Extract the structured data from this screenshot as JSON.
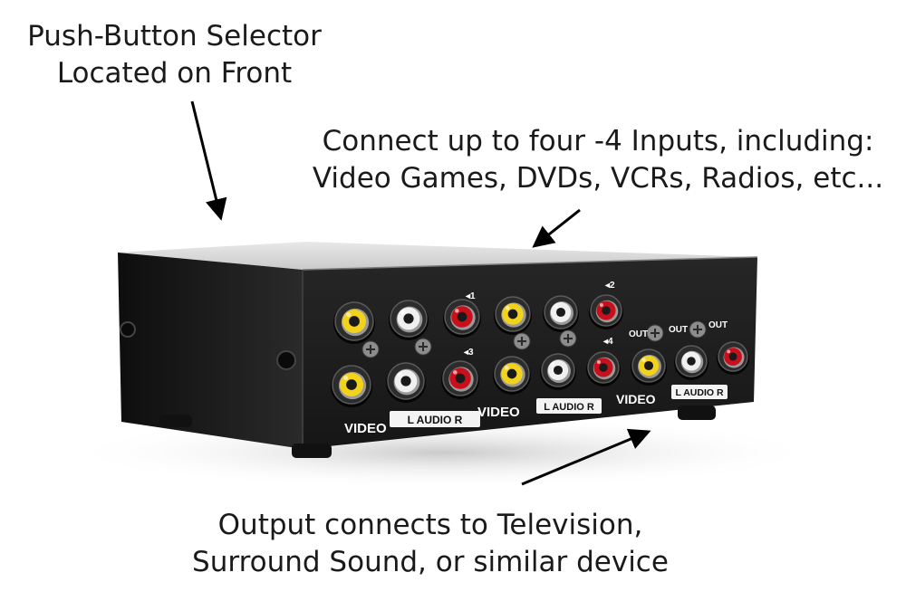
{
  "captions": {
    "selector": [
      "Push-Button Selector",
      "Located on Front"
    ],
    "inputs": [
      "Connect up to four -4 Inputs, including:",
      "Video Games, DVDs, VCRs, Radios, etc..."
    ],
    "output": [
      "Output connects to Television,",
      "Surround Sound, or similar device"
    ]
  },
  "panel_labels": {
    "video": "VIDEO",
    "audio": "L  AUDIO  R",
    "out": "OUT",
    "input_1": "1",
    "input_2": "2",
    "input_3": "3",
    "input_4": "4"
  },
  "colors": {
    "video_jack": "#f2d21a",
    "audio_left_jack": "#f0f0f0",
    "audio_right_jack": "#c8101c",
    "chassis": "#1c1c1c",
    "arrow": "#000000"
  }
}
